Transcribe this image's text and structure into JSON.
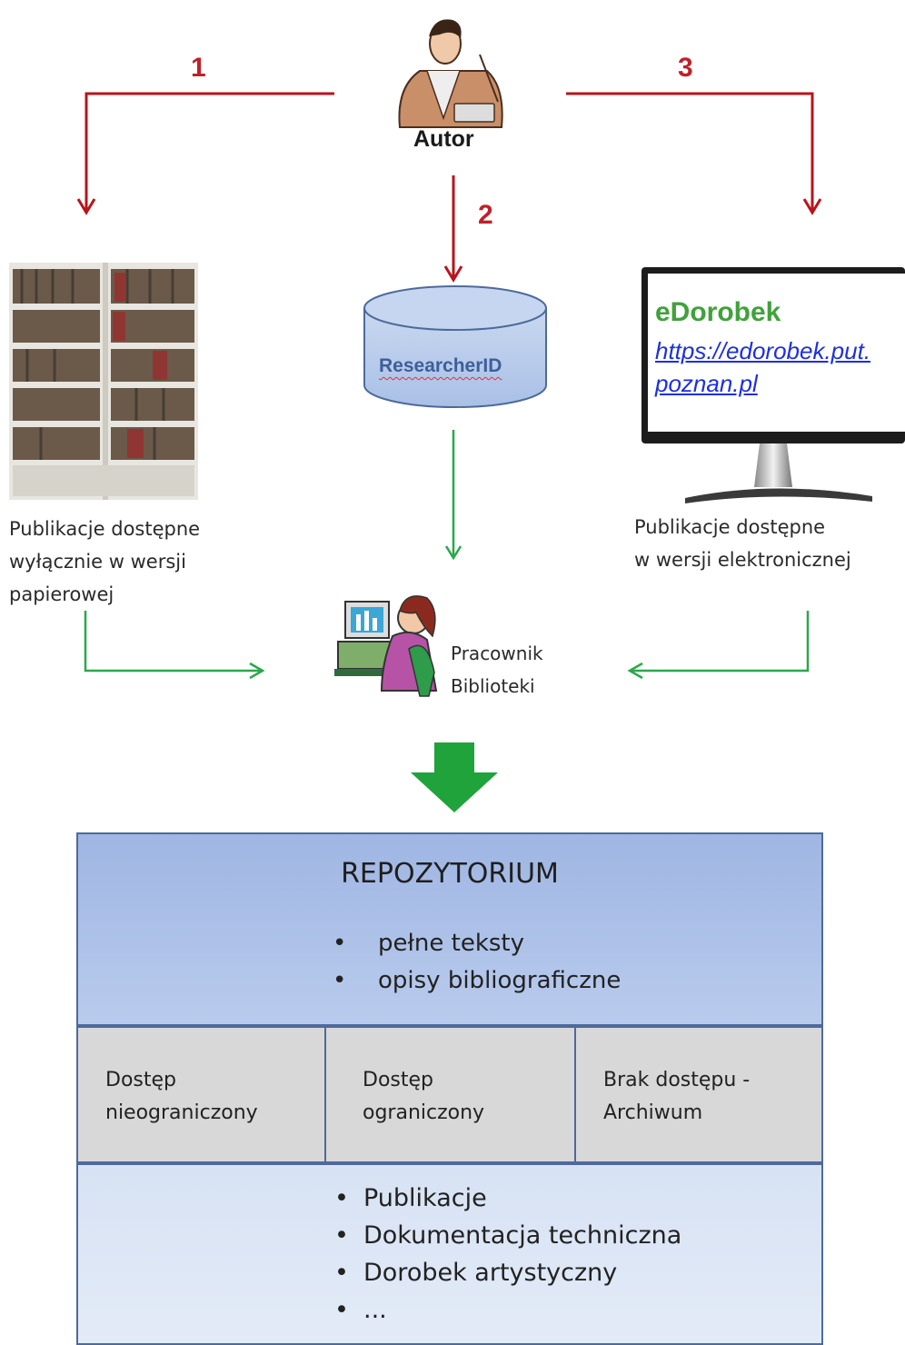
{
  "steps": [
    "1",
    "2",
    "3"
  ],
  "author": {
    "label": "Autor"
  },
  "researcherid": {
    "label": "ResearcherID"
  },
  "edorobek": {
    "title": "eDorobek",
    "url_line1": "https://edorobek.put.",
    "url_line2": "poznan.pl"
  },
  "paper_pubs": {
    "line1": "Publikacje dostępne",
    "line2": "wyłącznie w wersji",
    "line3": "papierowej"
  },
  "electronic_pubs": {
    "line1": "Publikacje dostępne",
    "line2": "w wersji elektronicznej"
  },
  "librarian": {
    "line1": "Pracownik",
    "line2": "Biblioteki"
  },
  "repository": {
    "title": "REPOZYTORIUM",
    "contents": [
      "pełne teksty",
      "opisy bibliograficzne"
    ],
    "access": [
      {
        "line1": "Dostęp",
        "line2": "nieograniczony"
      },
      {
        "line1": "Dostęp",
        "line2": "ograniczony"
      },
      {
        "line1": "Brak dostępu -",
        "line2": "Archiwum"
      }
    ],
    "types": [
      "Publikacje",
      "Dokumentacja techniczna",
      "Dorobek artystyczny",
      "..."
    ]
  },
  "colors": {
    "red_arrow": "#b8141c",
    "green_arrow": "#2aa84a",
    "big_arrow": "#1fa33a",
    "repo_border": "#4d6a9b"
  }
}
